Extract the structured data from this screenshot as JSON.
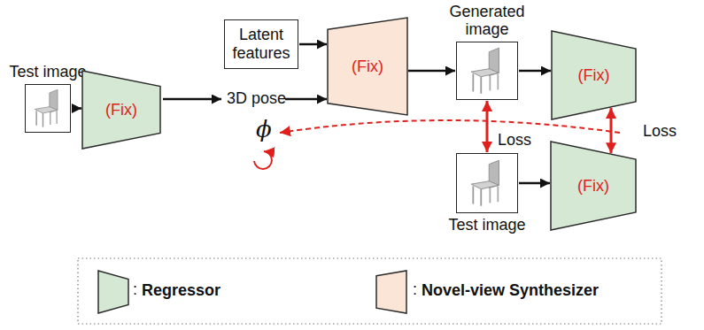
{
  "diagram": {
    "nodes": [
      {
        "text": [
          "Test image"
        ]
      },
      {
        "text": [
          "(Fix)"
        ]
      },
      {
        "text": [
          "Latent features"
        ]
      },
      {
        "text": [
          "(Fix)"
        ]
      },
      {
        "text": [
          "Generated image"
        ]
      },
      {
        "text": [
          "(Fix)"
        ]
      },
      {
        "text": [
          "Test image"
        ]
      },
      {
        "text": [
          "(Fix)"
        ]
      }
    ],
    "edges": [
      {
        "from": 0,
        "to": 1,
        "arrow": "to"
      },
      {
        "from": 2,
        "to": 3,
        "arrow": "to"
      },
      {
        "from": 3,
        "to": 4,
        "arrow": "to"
      },
      {
        "from": 4,
        "to": 5,
        "arrow": "to"
      },
      {
        "from": 4,
        "to": 6,
        "label": "Loss",
        "arrow": "both"
      },
      {
        "from": 5,
        "to": 7,
        "label": "Loss",
        "arrow": "both"
      },
      {
        "from": 6,
        "to": 7,
        "arrow": "to"
      }
    ],
    "labels": [
      "3D pose",
      "ϕ",
      ":",
      ":"
    ],
    "legend": [
      {
        "text": "Regressor",
        "color": "#d5e8d4"
      },
      {
        "text": "Novel-view Synthesizer",
        "color": "#fbe5d6"
      }
    ]
  }
}
